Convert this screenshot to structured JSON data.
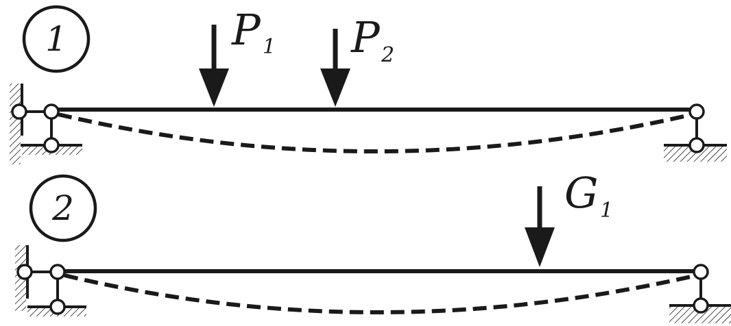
{
  "diagrams": [
    {
      "number": "1",
      "loads": [
        {
          "symbol": "P",
          "subscript": "1"
        },
        {
          "symbol": "P",
          "subscript": "2"
        }
      ]
    },
    {
      "number": "2",
      "loads": [
        {
          "symbol": "G",
          "subscript": "1"
        }
      ]
    }
  ],
  "colors": {
    "line": "#1a1a1a",
    "background": "#ffffff"
  }
}
